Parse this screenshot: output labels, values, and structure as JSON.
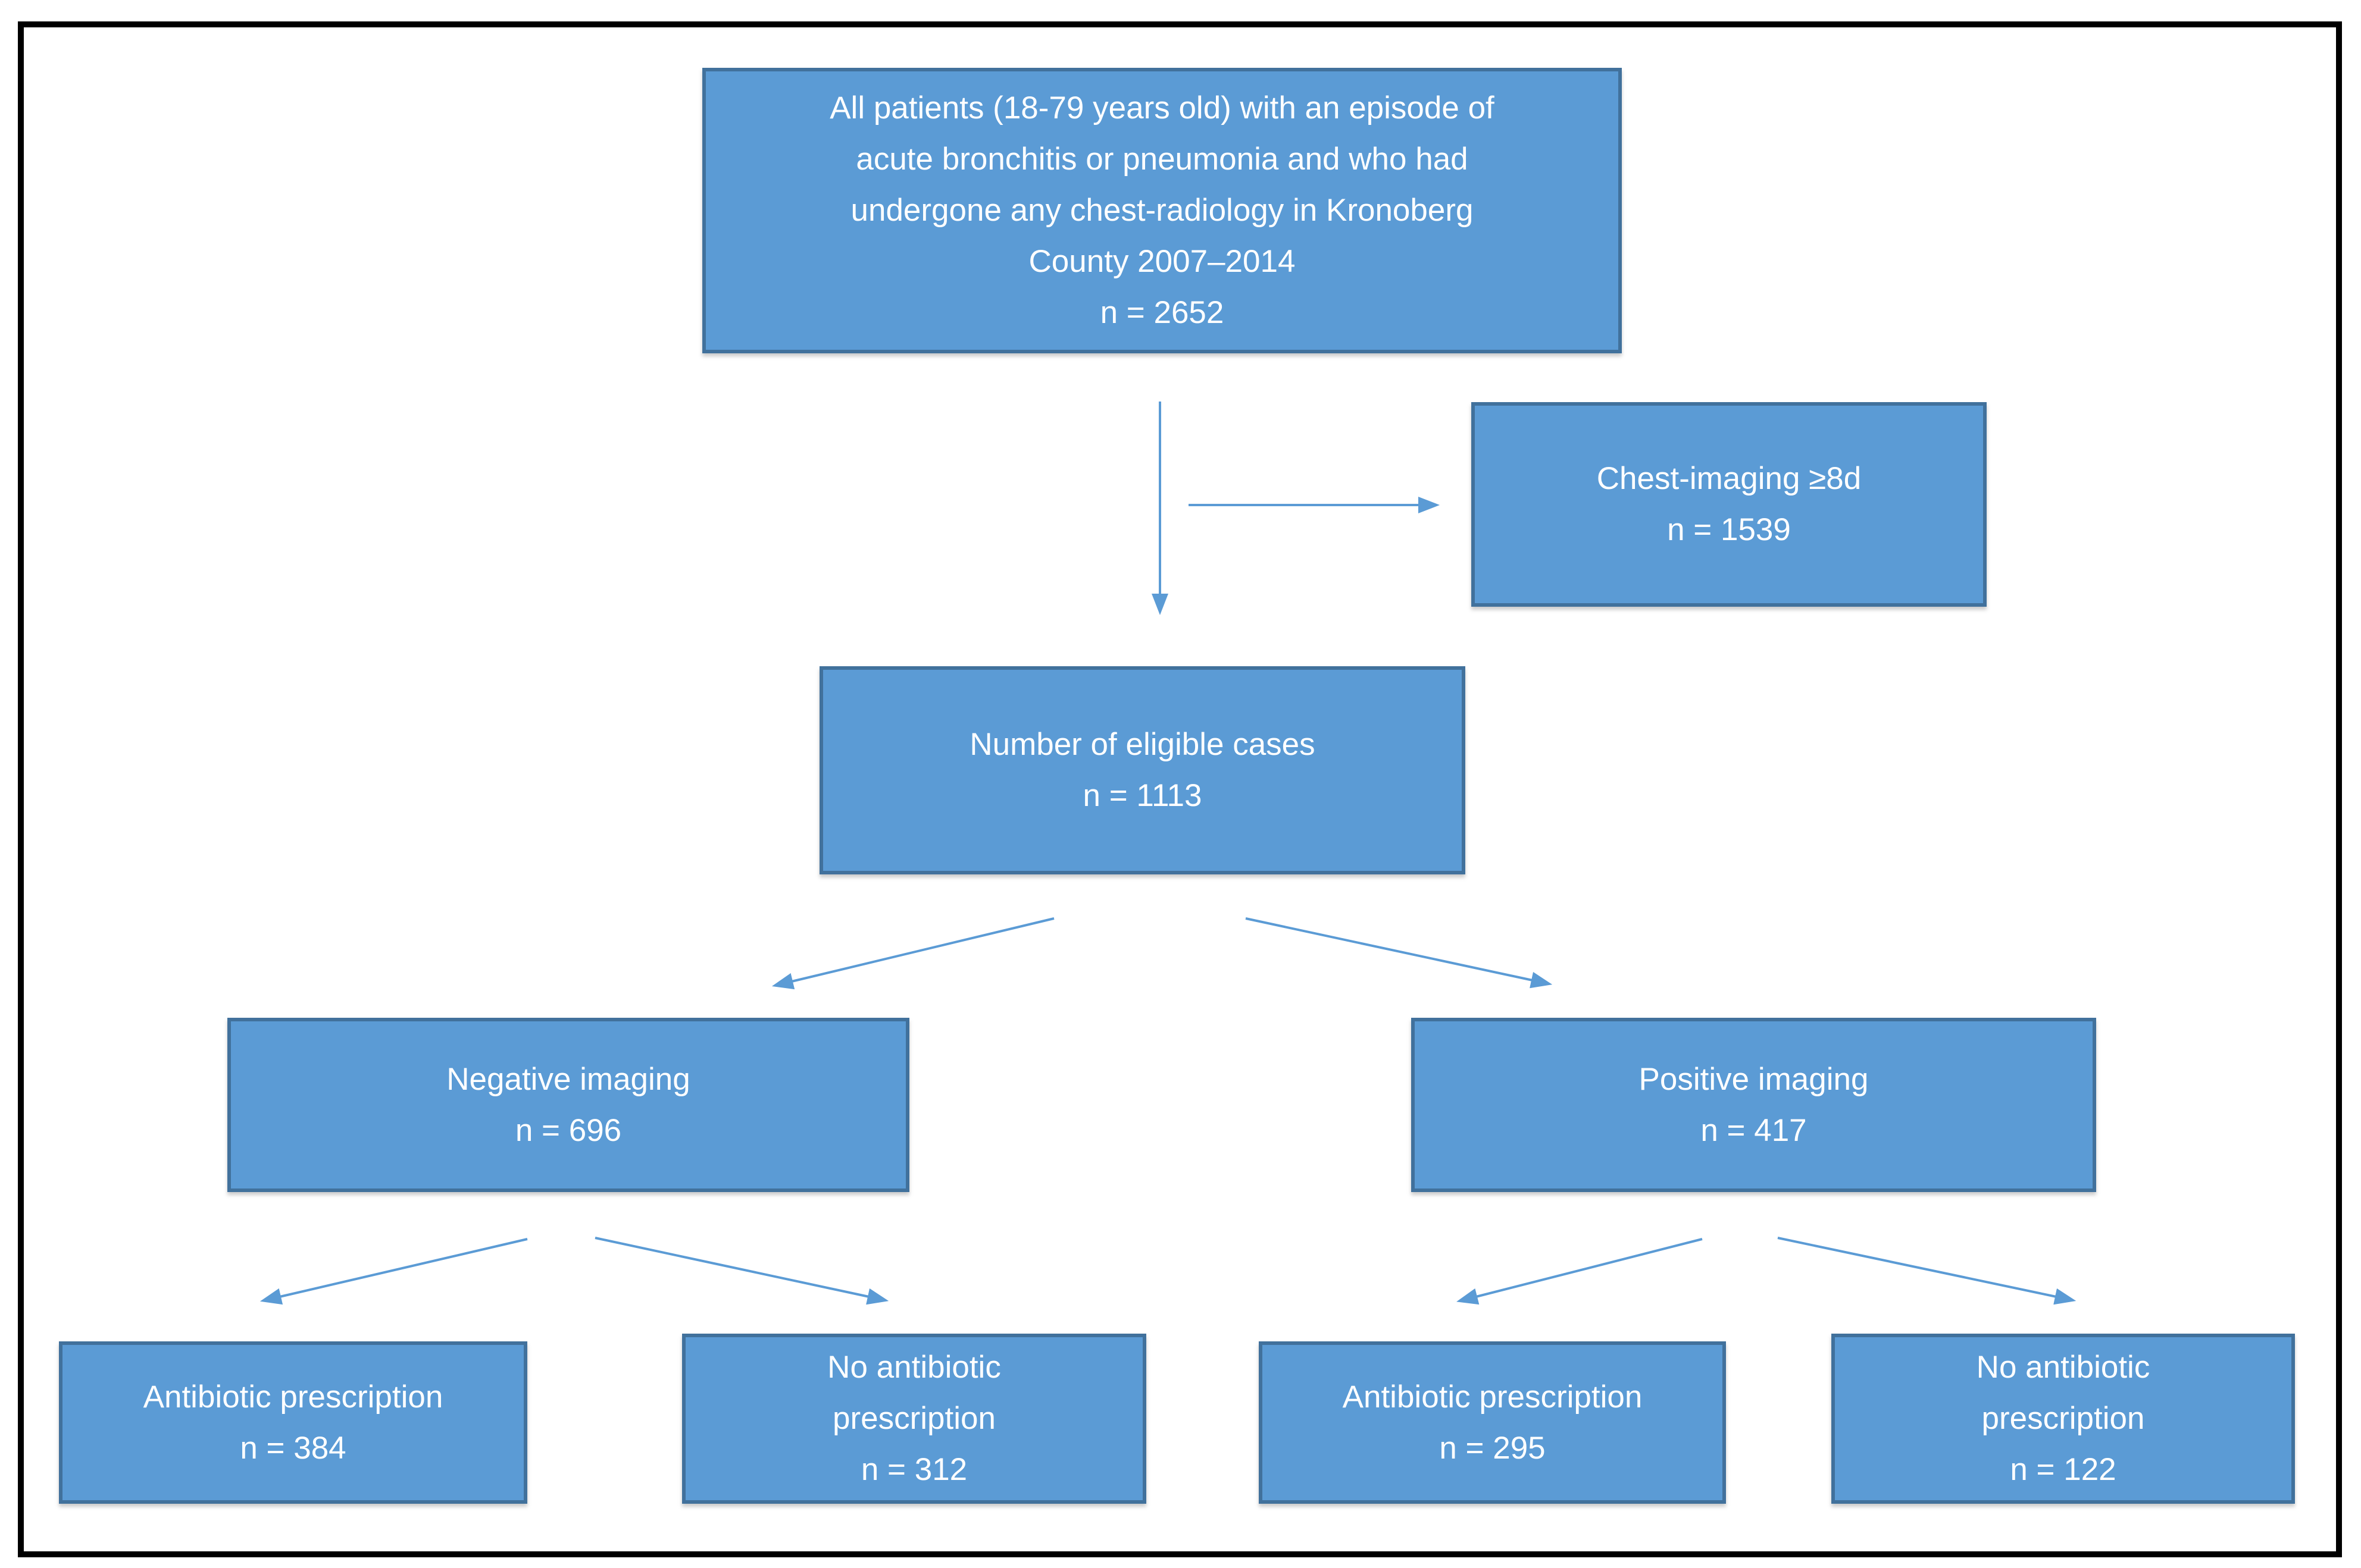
{
  "figure": {
    "type": "flowchart",
    "description_visible_text_only": true
  },
  "colors": {
    "box_fill": "#5b9bd5",
    "box_border": "#41719c",
    "arrow": "#5b9bd5",
    "text": "#ffffff",
    "frame": "#000000",
    "background": "#ffffff"
  },
  "nodes": {
    "all_patients": {
      "lines": [
        "All patients (18-79 years old) with an episode of",
        "acute bronchitis or pneumonia and who had",
        "undergone any chest-radiology in Kronoberg",
        "County 2007–2014",
        "n = 2652"
      ],
      "n": 2652
    },
    "chest_imaging_excluded": {
      "lines": [
        "Chest-imaging ≥8d",
        "n = 1539"
      ],
      "n": 1539
    },
    "eligible_cases": {
      "lines": [
        "Number of eligible cases",
        "n = 1113"
      ],
      "n": 1113
    },
    "negative_imaging": {
      "lines": [
        "Negative imaging",
        "n = 696"
      ],
      "n": 696
    },
    "positive_imaging": {
      "lines": [
        "Positive imaging",
        "n = 417"
      ],
      "n": 417
    },
    "negative_antibiotic": {
      "lines": [
        "Antibiotic prescription",
        "n = 384"
      ],
      "n": 384
    },
    "negative_no_antibiotic": {
      "lines": [
        "No antibiotic",
        "prescription",
        "n = 312"
      ],
      "n": 312
    },
    "positive_antibiotic": {
      "lines": [
        "Antibiotic prescription",
        "n = 295"
      ],
      "n": 295
    },
    "positive_no_antibiotic": {
      "lines": [
        "No antibiotic",
        "prescription",
        "n = 122"
      ],
      "n": 122
    }
  }
}
